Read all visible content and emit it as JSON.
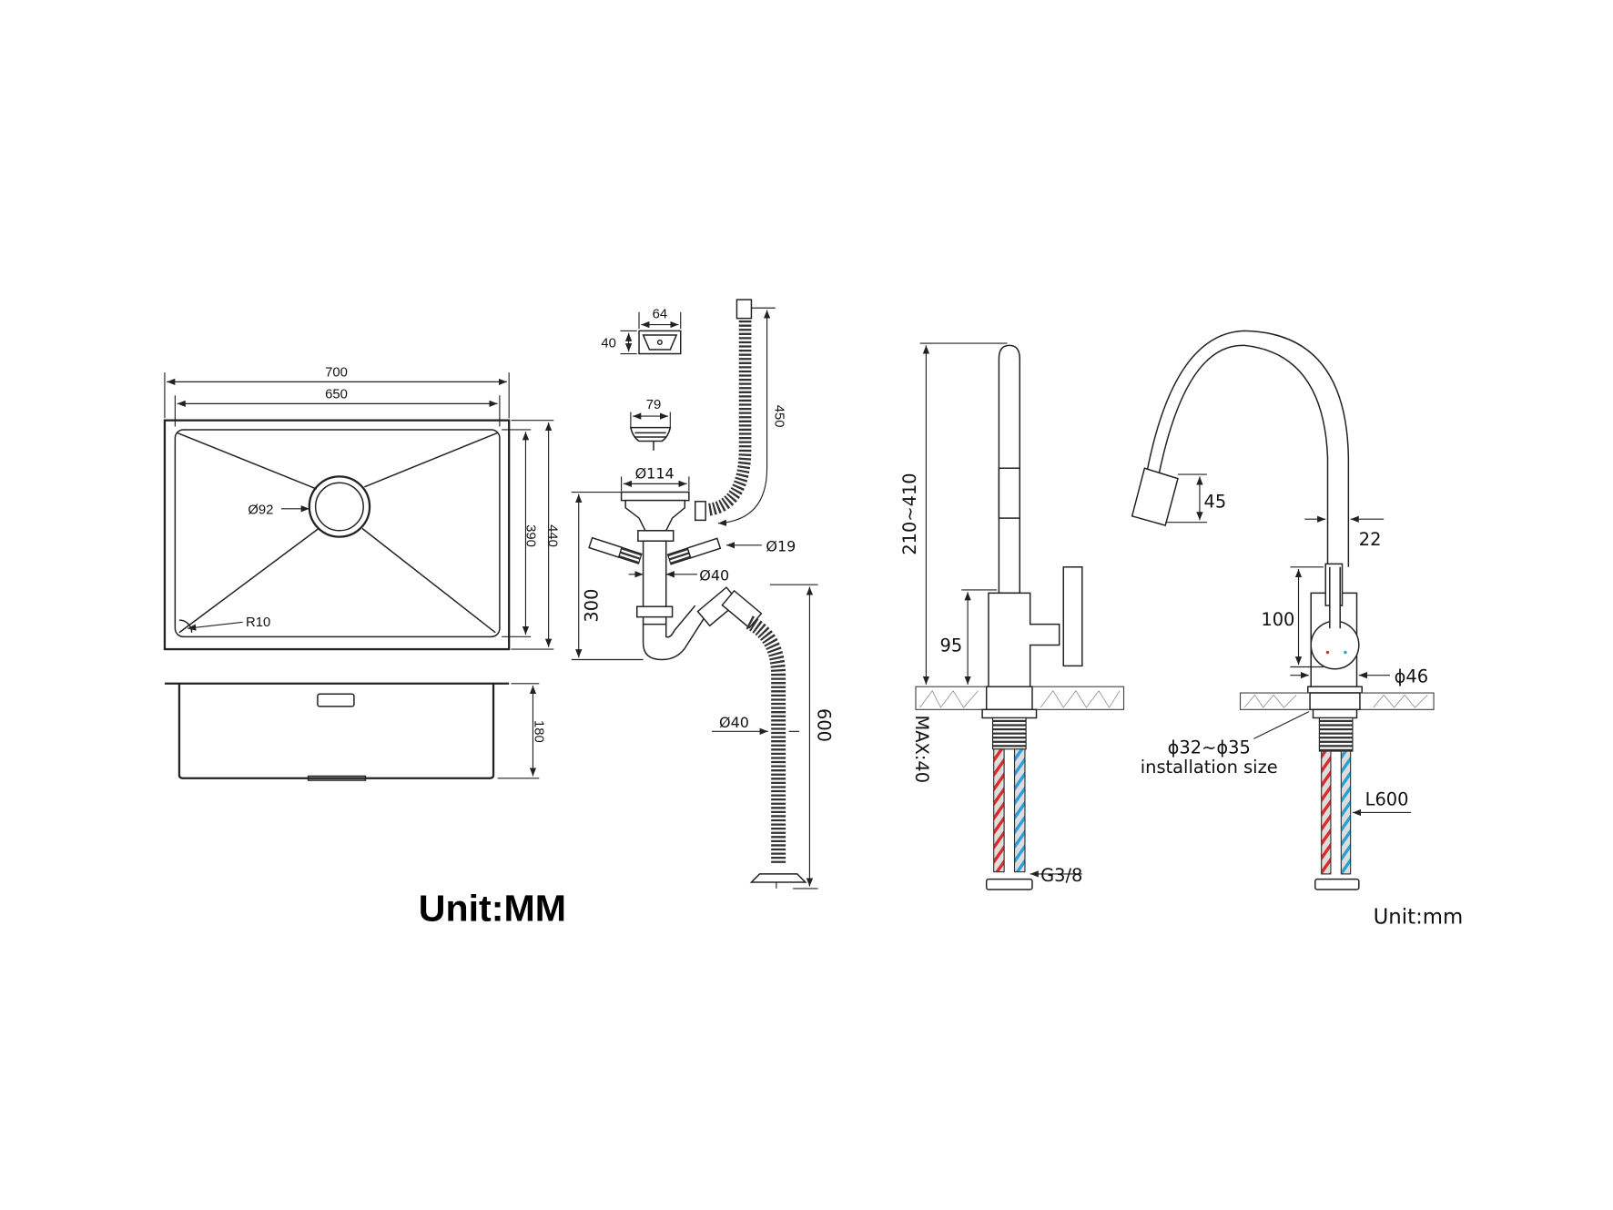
{
  "sink": {
    "top_view": {
      "width_outer": "700",
      "width_inner": "650",
      "depth_outer": "440",
      "depth_inner": "390",
      "drain_diameter": "Ø92",
      "corner_radius": "R10"
    },
    "side_view": {
      "height": "180"
    },
    "unit_label": "Unit:MM"
  },
  "drain_kit": {
    "overflow_width": "64",
    "overflow_height": "40",
    "strainer_diameter": "79",
    "flange_diameter": "Ø114",
    "overflow_hose_length": "450",
    "side_inlet_diameter": "Ø19",
    "pipe_diameter": "Ø40",
    "trap_height": "300",
    "outlet_hose_diameter": "Ø40",
    "outlet_hose_length": "600"
  },
  "faucet_side": {
    "spout_height": "210~410",
    "body_height": "95",
    "max_deck": "MAX:40",
    "thread": "G3/8"
  },
  "faucet_front": {
    "sprayer_height": "45",
    "spout_tube": "22",
    "body_height": "100",
    "base_diameter": "ϕ46",
    "install_hole": "ϕ32~ϕ35",
    "install_label": "installation size",
    "hose_length": "L600",
    "unit_label": "Unit:mm"
  },
  "colors": {
    "hot": "#d92b2b",
    "cold": "#2a9fd8",
    "line": "#222222"
  }
}
